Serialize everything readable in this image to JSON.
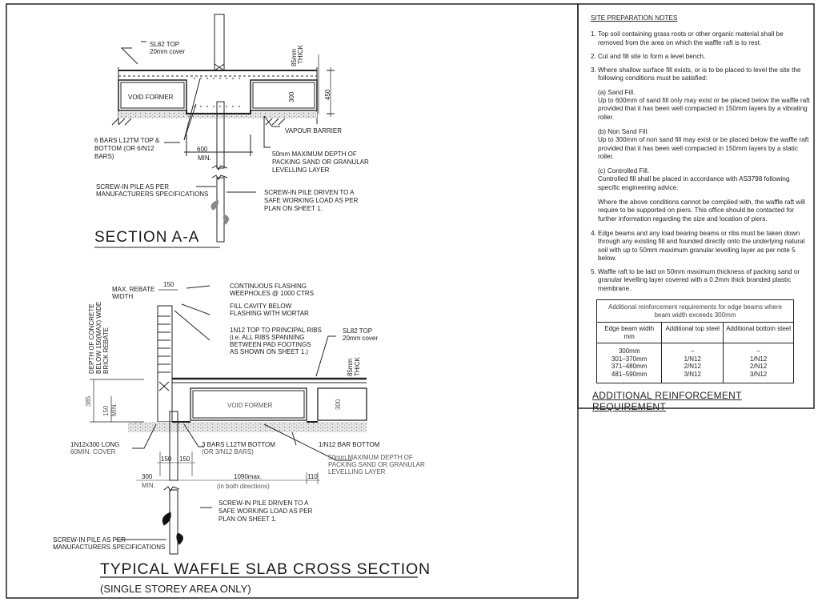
{
  "section_a": {
    "title": "SECTION A-A",
    "sl82_line1": "SL82 TOP",
    "sl82_line2": "20mm cover",
    "thick_85": "85mm",
    "thick_label": "THICK",
    "dim_300": "300",
    "dim_450": "450",
    "void_former": "VOID FORMER",
    "vapour_barrier": "VAPOUR BARRIER",
    "bars_line1": "6 BARS L12TM TOP &",
    "bars_line2": "BOTTOM (OR 6/N12",
    "bars_line3": "BARS)",
    "dim_600": "600",
    "dim_min": "MIN.",
    "packing_line1": "50mm MAXIMUM DEPTH OF",
    "packing_line2": "PACKING SAND OR GRANULAR",
    "packing_line3": "LEVELLING LAYER",
    "pile_spec_line1": "SCREW-IN PILE AS PER",
    "pile_spec_line2": "MANUFACTURERS SPECIFICATIONS",
    "pile_driven_line1": "SCREW-IN PILE DRIVEN TO A",
    "pile_driven_line2": "SAFE WORKING LOAD AS PER",
    "pile_driven_line3": "PLAN ON SHEET 1."
  },
  "waffle": {
    "title": "TYPICAL WAFFLE SLAB CROSS SECTION",
    "subtitle": "(SINGLE STOREY AREA ONLY)",
    "rebate_line1": "MAX. REBATE",
    "rebate_line2": "WIDTH",
    "dim_150_top": "150",
    "flashing_line1": "CONTINUOUS FLASHING",
    "flashing_line2": "WEEPHOLES @ 1000 CTRS",
    "cavity_line1": "FILL CAVITY BELOW",
    "cavity_line2": "FLASHING WITH MORTAR",
    "n12_line1": "1N12 TOP TO PRINCIPAL RIBS",
    "n12_line2": "(i.e. ALL RIBS SPANNING",
    "n12_line3": "BETWEEN PAD FOOTINGS",
    "n12_line4": "AS SHOWN ON SHEET 1.)",
    "sl82_line1": "SL82 TOP",
    "sl82_line2": "20mm cover",
    "depth_line1": "DEPTH OF CONCRETE",
    "depth_line2": "BELOW 150(MAX) WIDE",
    "depth_line3": "BRICK REBATE",
    "thick_85": "85mm",
    "thick_label": "THICK",
    "dim_385": "385",
    "dim_150": "150",
    "dim_min": "MIN.",
    "void_former": "VOID FORMER",
    "dim_300": "300",
    "dowel_line1": "1N12x300 LONG",
    "dowel_line2": "60MIN. COVER",
    "bars_line1": "3 BARS L12TM BOTTOM",
    "bars_line2": "(OR 3/N12 BARS)",
    "bar_bottom": "1/N12 BAR BOTTOM",
    "packing_line1": "50mm MAXIMUM DEPTH OF",
    "packing_line2": "PACKING SAND OR GRANULAR",
    "packing_line3": "LEVELLING LAYER",
    "dim_150a": "150",
    "dim_150b": "150",
    "dim_300_min": "300",
    "dim_min2": "MIN.",
    "dim_1090": "1090max.",
    "dim_both": "(in both directions)",
    "dim_110": "110",
    "pile_driven_line1": "SCREW-IN PILE DRIVEN TO A",
    "pile_driven_line2": "SAFE WORKING LOAD AS PER",
    "pile_driven_line3": "PLAN ON SHEET 1.",
    "pile_spec_line1": "SCREW-IN PILE AS PER",
    "pile_spec_line2": "MANUFACTURERS SPECIFICATIONS"
  },
  "notes": {
    "title": "SITE PREPARATION NOTES",
    "n1_num": "1.",
    "n1": "Top soil containing grass roots or other organic material shall be removed from the area on which the waffle raft is to rest.",
    "n2_num": "2.",
    "n2": "Cut and fill site to form a level bench.",
    "n3_num": "3.",
    "n3": "Where shallow surface fill exists, or is to be placed to level the site the following conditions must be satisfied:",
    "n3a_title": "(a) Sand Fill.",
    "n3a": "Up to 600mm of sand fill only may exist or be placed below the waffle raft provided that it has been well compacted in 150mm layers by a vibrating roller.",
    "n3b_title": "(b) Non Sand Fill.",
    "n3b": "Up to 300mm of non sand fill may exist or be placed below the waffle raft provided that it has been well compacted in 150mm layers by a static roller.",
    "n3c_title": "(c) Controlled Fill.",
    "n3c": "Controlled fill shall be placed in accordance with AS3798 following specific engineering advice.",
    "n3d": "Where the above conditions cannot be complied with, the waffle raft will require to be supported on piers. This office should be contacted for further information regarding the size and location of piers.",
    "n4_num": "4.",
    "n4": "Edge beams and any load bearing beams or ribs must be taken down through any existing fill and founded directly onto the underlying natural soil with up to 50mm maximum granular levelling layer as per note 5 below.",
    "n5_num": "5.",
    "n5": "Waffle raft to be laid on 50mm maximum thickness of packing sand or granular levelling layer covered with a 0.2mm thick branded plastic membrane."
  },
  "table": {
    "caption": "Additional reinforcement requirements for edge beams where beam width exceeds 300mm",
    "headers": [
      "Edge beam width mm",
      "Additional top steel",
      "Additional bottom steel"
    ],
    "widths": "300mm\n301–370mm\n371–480mm\n481–590mm",
    "top_steel": "–\n1/N12\n2/N12\n3/N12",
    "bottom_steel": "–\n1/N12\n2/N12\n3/N12",
    "title": "ADDITIONAL REINFORCEMENT REQUIREMENT"
  }
}
